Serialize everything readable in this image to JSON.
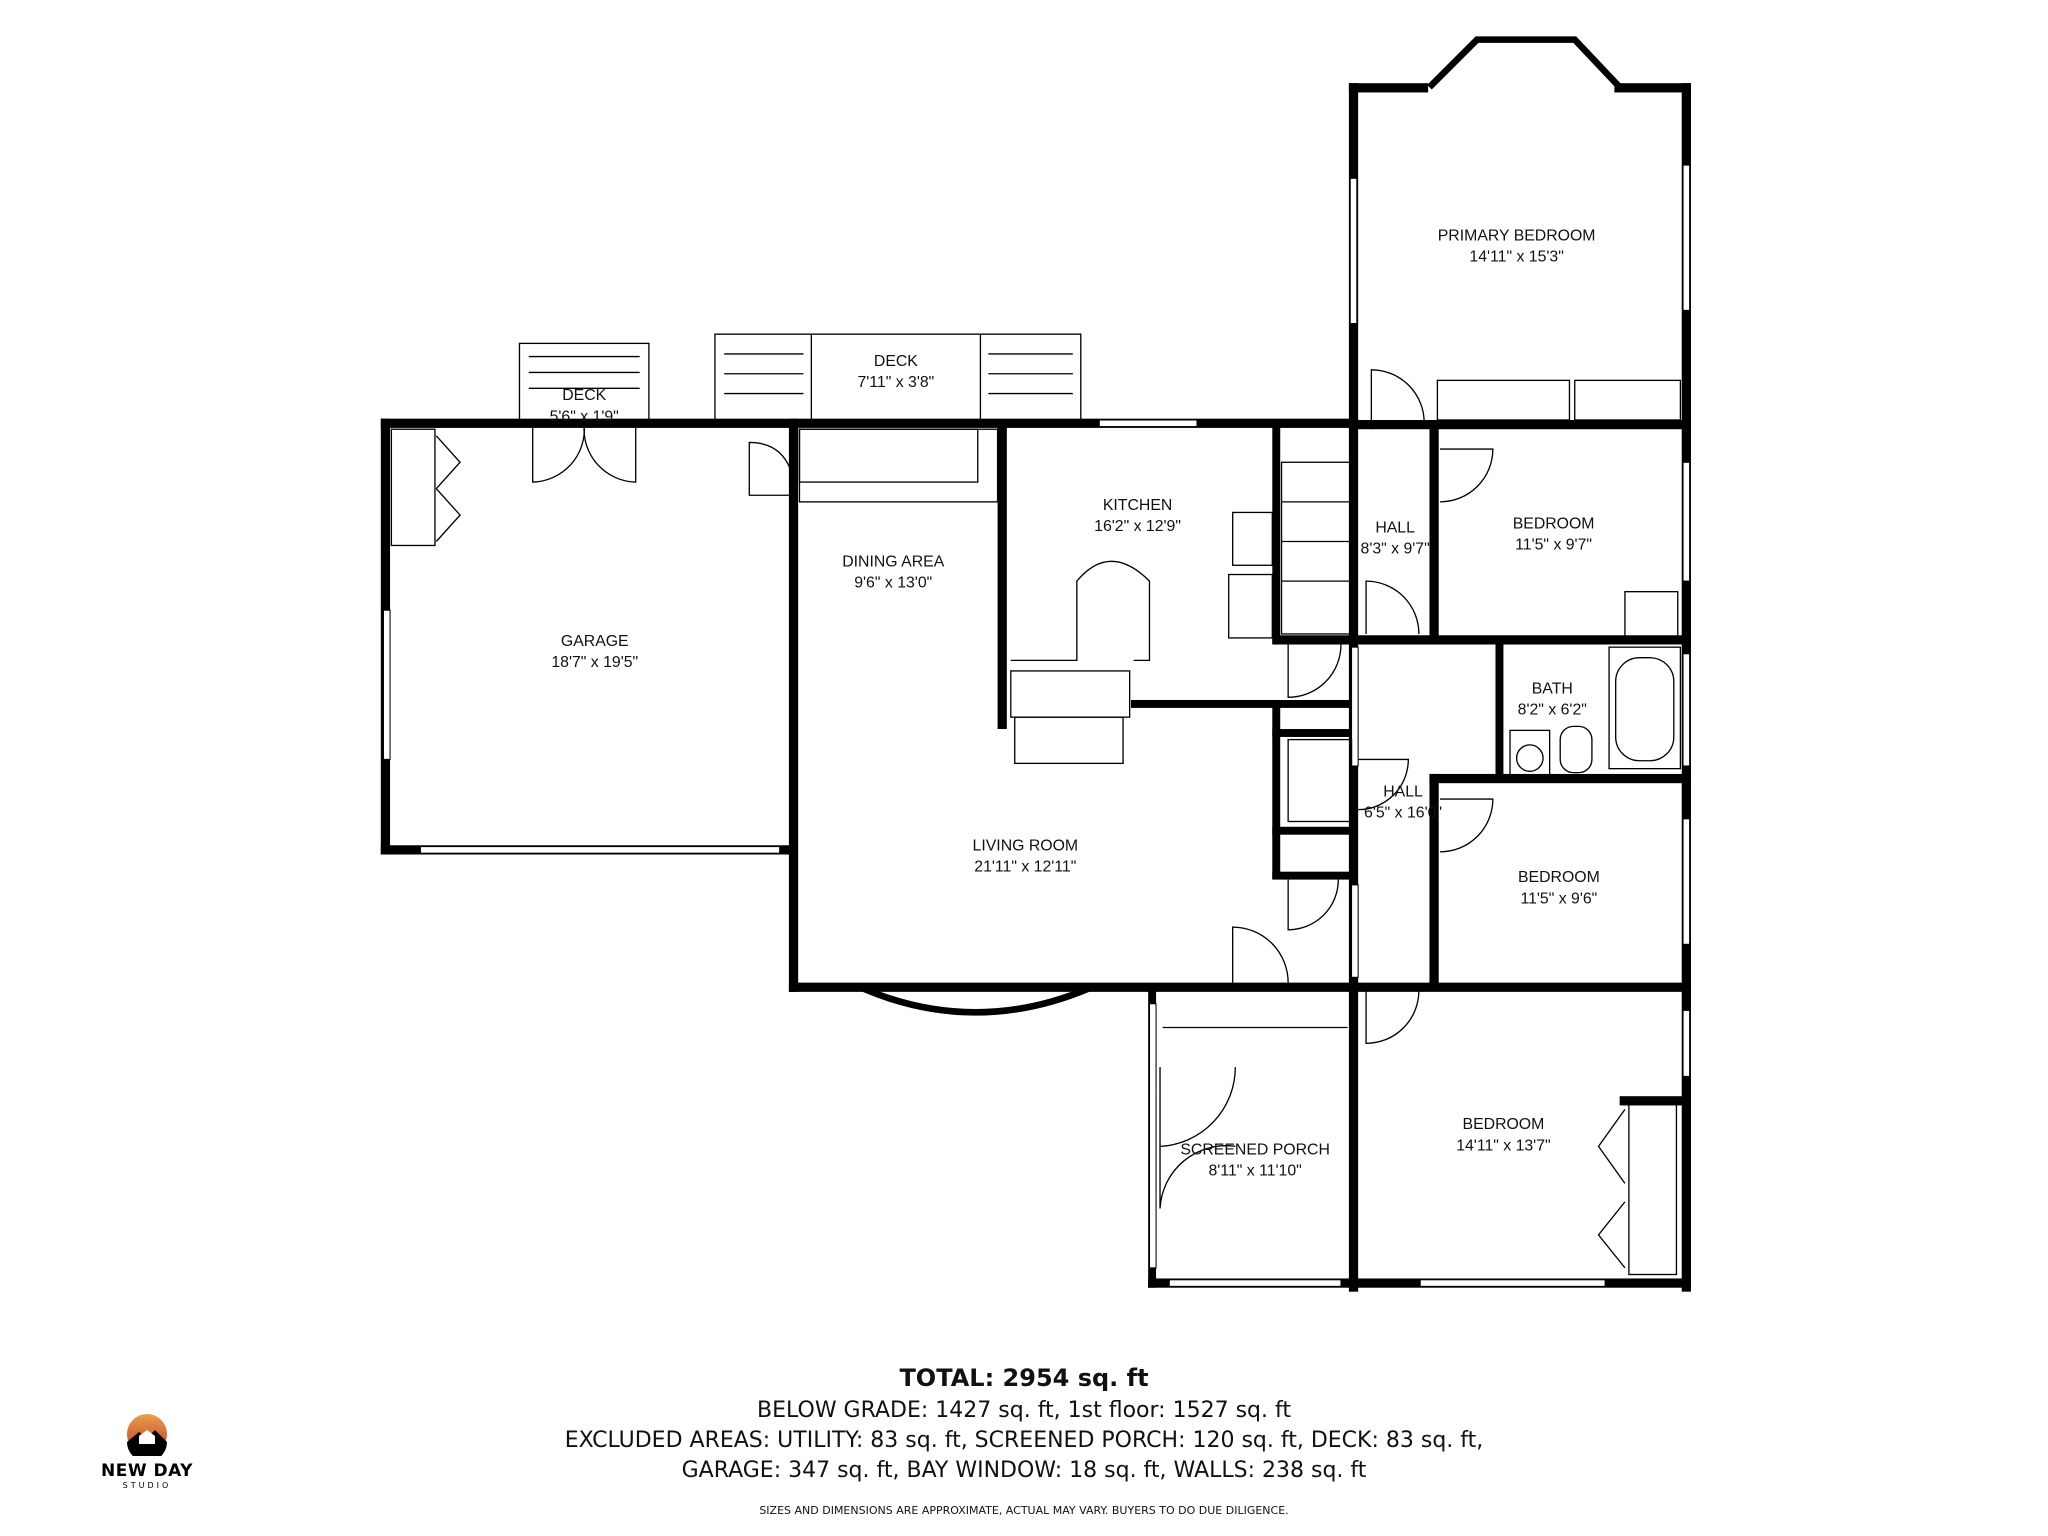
{
  "rooms": {
    "deck_small": {
      "name": "DECK",
      "dims": "5'6\" x 1'9\""
    },
    "deck_large": {
      "name": "DECK",
      "dims": "7'11\" x 3'8\""
    },
    "garage": {
      "name": "GARAGE",
      "dims": "18'7\" x 19'5\""
    },
    "dining": {
      "name": "DINING AREA",
      "dims": "9'6\" x 13'0\""
    },
    "kitchen": {
      "name": "KITCHEN",
      "dims": "16'2\" x 12'9\""
    },
    "living": {
      "name": "LIVING ROOM",
      "dims": "21'11\" x 12'11\""
    },
    "primary_bedroom": {
      "name": "PRIMARY BEDROOM",
      "dims": "14'11\" x 15'3\""
    },
    "hall_upper": {
      "name": "HALL",
      "dims": "8'3\" x 9'7\""
    },
    "bedroom_1": {
      "name": "BEDROOM",
      "dims": "11'5\" x 9'7\""
    },
    "bath": {
      "name": "BATH",
      "dims": "8'2\" x 6'2\""
    },
    "hall_lower": {
      "name": "HALL",
      "dims": "6'5\" x 16'0\""
    },
    "bedroom_2": {
      "name": "BEDROOM",
      "dims": "11'5\" x 9'6\""
    },
    "bedroom_3": {
      "name": "BEDROOM",
      "dims": "14'11\" x 13'7\""
    },
    "screened_porch": {
      "name": "SCREENED PORCH",
      "dims": "8'11\" x 11'10\""
    }
  },
  "summary": {
    "total": "TOTAL: 2954 sq. ft",
    "line1": "BELOW GRADE: 1427 sq. ft, 1st floor: 1527 sq. ft",
    "line2": "EXCLUDED AREAS: UTILITY: 83 sq. ft, SCREENED PORCH: 120 sq. ft, DECK: 83 sq. ft,",
    "line3": "GARAGE: 347 sq. ft, BAY WINDOW: 18 sq. ft, WALLS: 238 sq. ft",
    "disclaimer": "SIZES AND DIMENSIONS ARE APPROXIMATE, ACTUAL MAY VARY. BUYERS TO DO DUE DILIGENCE."
  },
  "logo": {
    "name": "NEW DAY",
    "sub": "STUDIO",
    "colors": [
      "#e8a04a",
      "#c0392b",
      "#000000"
    ]
  }
}
